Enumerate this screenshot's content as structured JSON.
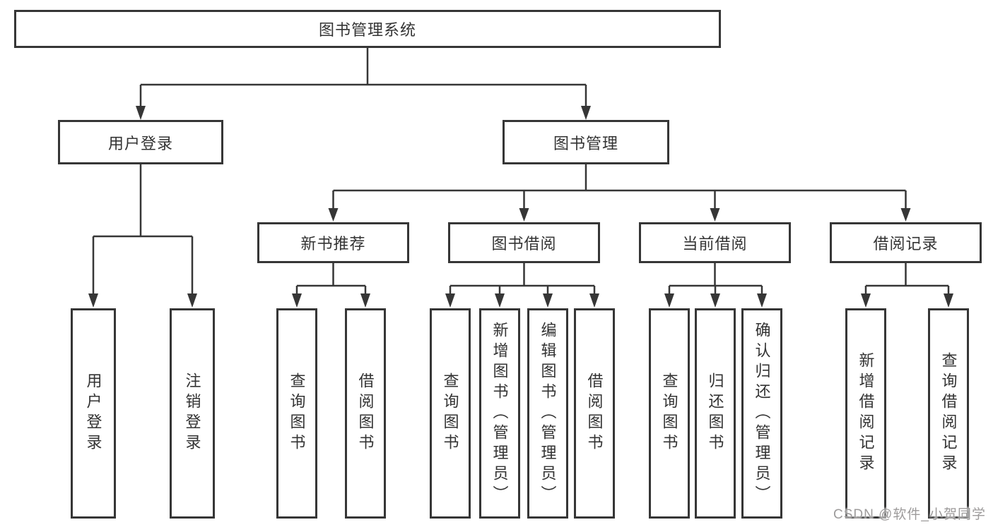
{
  "diagram": {
    "root": {
      "label": "图书管理系统"
    },
    "children": [
      {
        "label": "用户登录",
        "leaves": [
          {
            "label": "用户登录"
          },
          {
            "label": "注销登录"
          }
        ]
      },
      {
        "label": "图书管理",
        "groups": [
          {
            "label": "新书推荐",
            "leaves": [
              {
                "label": "查询图书"
              },
              {
                "label": "借阅图书"
              }
            ]
          },
          {
            "label": "图书借阅",
            "leaves": [
              {
                "label": "查询图书"
              },
              {
                "label": "新增图书（管理员）"
              },
              {
                "label": "编辑图书（管理员）"
              },
              {
                "label": "借阅图书"
              }
            ]
          },
          {
            "label": "当前借阅",
            "leaves": [
              {
                "label": "查询图书"
              },
              {
                "label": "归还图书"
              },
              {
                "label": "确认归还（管理员）"
              }
            ]
          },
          {
            "label": "借阅记录",
            "leaves": [
              {
                "label": "新增借阅记录"
              },
              {
                "label": "查询借阅记录"
              }
            ]
          }
        ]
      }
    ]
  },
  "watermark": {
    "text": "CSDN @软件_小贺同学"
  },
  "colors": {
    "line": "#363636",
    "text": "#333333",
    "watermark": "#9d9b9b",
    "background": "#ffffff"
  }
}
